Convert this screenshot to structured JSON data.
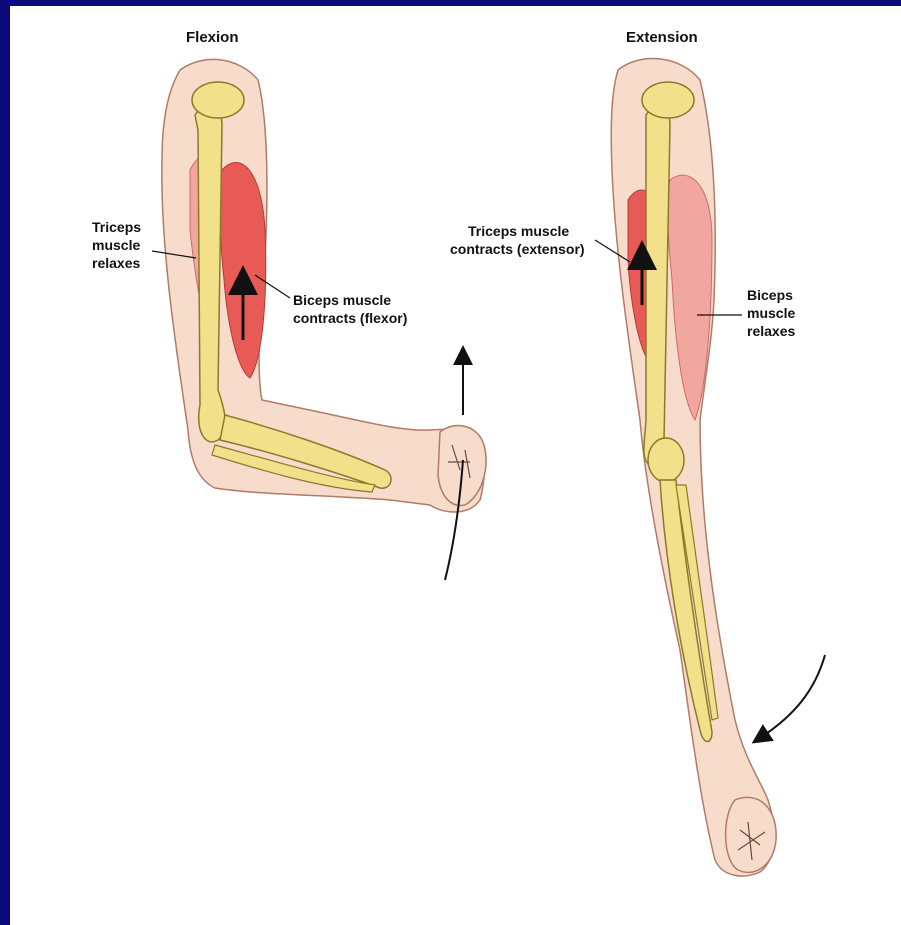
{
  "colors": {
    "slide_background": "#0a0a7a",
    "panel": "#ffffff",
    "skin": "#f8dccb",
    "skin_outline": "#b07b68",
    "bone": "#f2e08a",
    "bone_outline": "#8a7a2a",
    "muscle_contracted": "#e85a55",
    "muscle_relaxed": "#f2a6a0"
  },
  "flexion": {
    "title": "Flexion",
    "triceps_label": [
      "Triceps",
      "muscle",
      "relaxes"
    ],
    "biceps_label": [
      "Biceps muscle",
      "contracts (flexor)"
    ]
  },
  "extension": {
    "title": "Extension",
    "triceps_label": [
      "Triceps muscle",
      "contracts (extensor)"
    ],
    "biceps_label": [
      "Biceps",
      "muscle",
      "relaxes"
    ]
  }
}
